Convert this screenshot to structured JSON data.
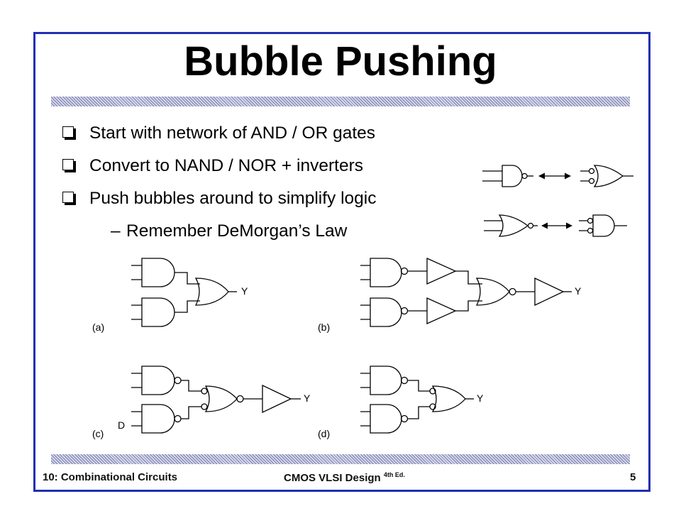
{
  "slide": {
    "title": "Bubble Pushing",
    "bullets": [
      "Start with network of AND / OR gates",
      "Convert to NAND / NOR + inverters",
      "Push bubbles around to simplify logic"
    ],
    "sub_bullet": "Remember DeMorgan’s Law"
  },
  "diagrams": {
    "labels": [
      "(a)",
      "(b)",
      "(c)",
      "(d)"
    ],
    "output": "Y",
    "input_d": "D"
  },
  "footer": {
    "left": "10: Combinational Circuits",
    "center": "CMOS VLSI Design",
    "center_sup": "4th Ed.",
    "page": "5"
  },
  "colors": {
    "frame": "#1f2fb5"
  }
}
